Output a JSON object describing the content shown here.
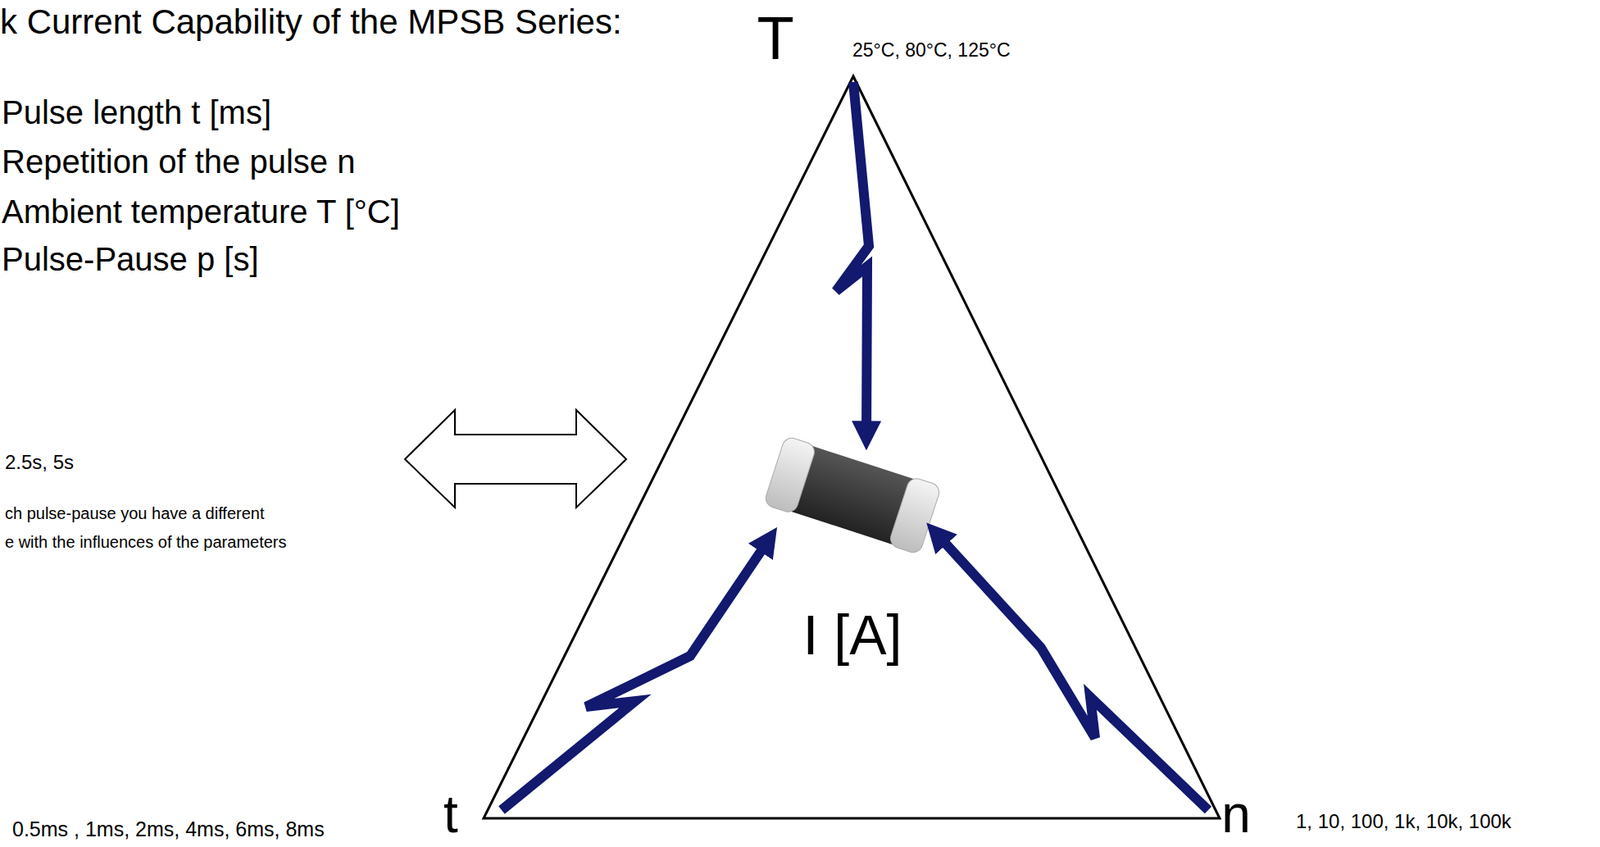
{
  "diagram": {
    "title": "k Current Capability of the MPSB Series:",
    "labels": [
      "Pulse length t [ms]",
      "Repetition of the pulse n",
      "Ambient temperature T [°C]",
      "Pulse-Pause p [s]",
      "T",
      "25°C, 80°C, 125°C",
      "2.5s, 5s",
      "ch pulse-pause you have a different",
      "e with the influences of the parameters",
      "I [A]",
      "t",
      "0.5ms , 1ms,  2ms, 4ms, 6ms, 8ms",
      "n",
      "1, 10, 100, 1k, 10k, 100k"
    ]
  }
}
